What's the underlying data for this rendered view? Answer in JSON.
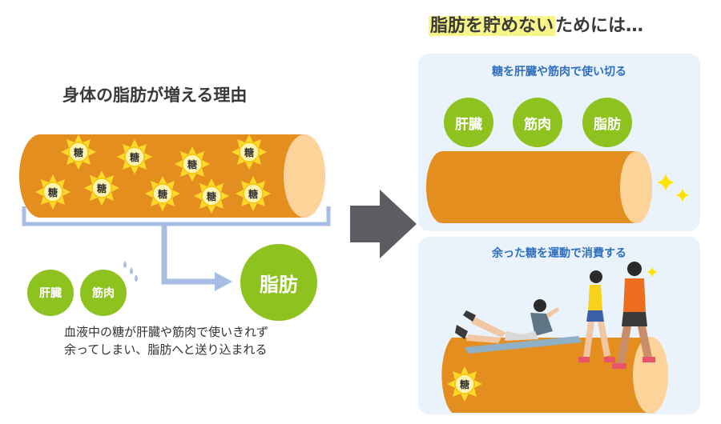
{
  "left": {
    "title": "身体の脂肪が増える理由",
    "sugar_label": "糖",
    "organs": [
      "肝臓",
      "筋肉"
    ],
    "fat_label": "脂肪",
    "caption_lines": [
      "血液中の糖が肝臓や筋肉で使いきれず",
      "余ってしまい、脂肪へと送り込まれる"
    ]
  },
  "right": {
    "title_highlight": "脂肪を貯めない",
    "title_rest": "ためには…",
    "panel1": {
      "title": "糖を肝臓や筋肉で使い切る",
      "organs": [
        "肝臓",
        "筋肉",
        "脂肪"
      ]
    },
    "panel2": {
      "title": "余った糖を運動で消費する",
      "sugar_label": "糖"
    }
  },
  "colors": {
    "tube": "#e38e1f",
    "tube_end": "#fcd398",
    "green": "#8dc21f",
    "arrow_blue": "#a7bde6",
    "big_arrow": "#5c5c62",
    "panel_bg": "#eaf3fb",
    "panel_title": "#2f6fc0",
    "highlight": "#f7f58a",
    "sparkle": "#ffe400"
  },
  "icons": [
    "sugar-sun-icon",
    "sparkle-icon",
    "sweat-drop-icon",
    "arrow-right-icon"
  ]
}
